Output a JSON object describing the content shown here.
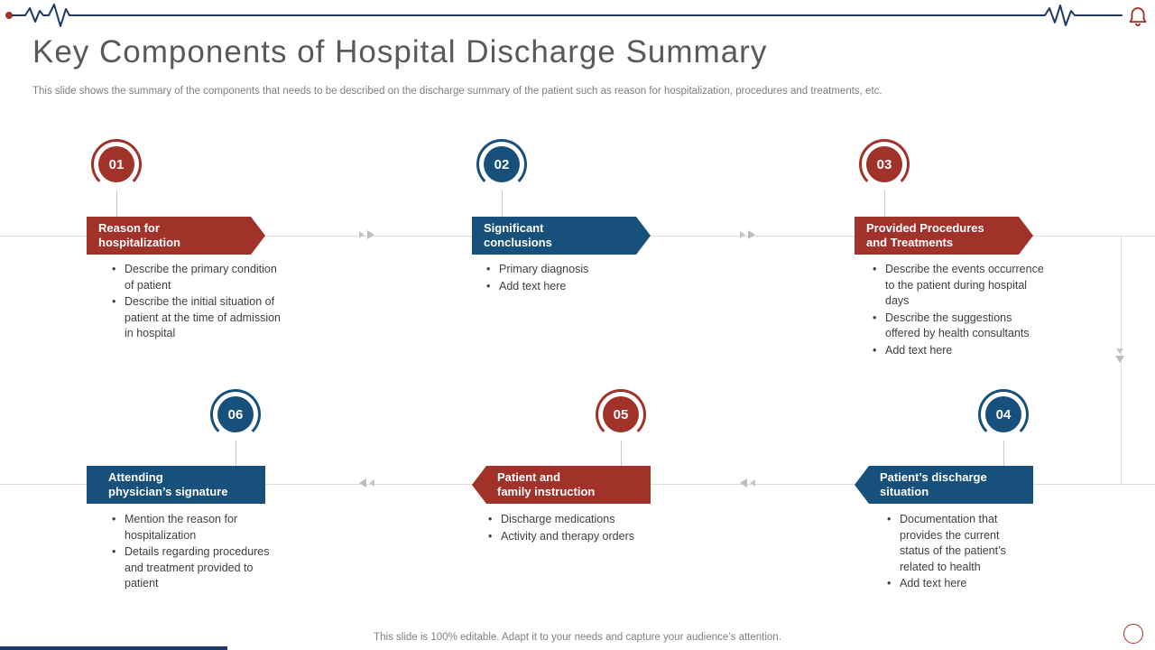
{
  "slide": {
    "title": "Key Components of Hospital Discharge Summary",
    "subtitle": "This slide shows the summary of the components that needs to be described on the discharge summary of the patient such as reason for hospitalization, procedures and treatments, etc.",
    "footer_note": "This slide is 100% editable. Adapt it to your needs and capture your audience’s attention."
  },
  "colors": {
    "accent_red": "#A0322A",
    "accent_blue": "#17507A",
    "navy": "#1F3864",
    "timeline_gray": "#DCDCDC",
    "title_gray": "#595959",
    "body_gray": "#3F3F3F",
    "muted_gray": "#7F7F7F",
    "background": "#FFFFFF"
  },
  "icons": {
    "top_line": "heartbeat-line-icon",
    "top_right": "bell-icon",
    "forward": "chevrons-right-icon",
    "backward": "chevrons-left-icon",
    "down": "chevron-down-icon"
  },
  "components": [
    {
      "number": "01",
      "accent": "red",
      "title": "Reason for\nhospitalization",
      "bullets": [
        "Describe the primary condition of patient",
        "Describe the initial situation of patient at the time of admission in hospital"
      ]
    },
    {
      "number": "02",
      "accent": "blue",
      "title": "Significant\nconclusions",
      "bullets": [
        "Primary diagnosis",
        "Add text here"
      ]
    },
    {
      "number": "03",
      "accent": "red",
      "title": "Provided Procedures\nand Treatments",
      "bullets": [
        "Describe the events occurrence to the patient during hospital days",
        "Describe the suggestions offered by health consultants",
        "Add text here"
      ]
    },
    {
      "number": "06",
      "accent": "blue",
      "title": "Attending\nphysician’s signature",
      "bullets": [
        "Mention the reason for hospitalization",
        "Details regarding procedures and treatment provided to patient"
      ]
    },
    {
      "number": "05",
      "accent": "red",
      "title": "Patient and\nfamily instruction",
      "bullets": [
        "Discharge medications",
        "Activity and therapy orders"
      ]
    },
    {
      "number": "04",
      "accent": "blue",
      "title": "Patient’s discharge\nsituation",
      "bullets": [
        "Documentation that provides the current status of the patient’s related to health",
        "Add text here"
      ]
    }
  ]
}
